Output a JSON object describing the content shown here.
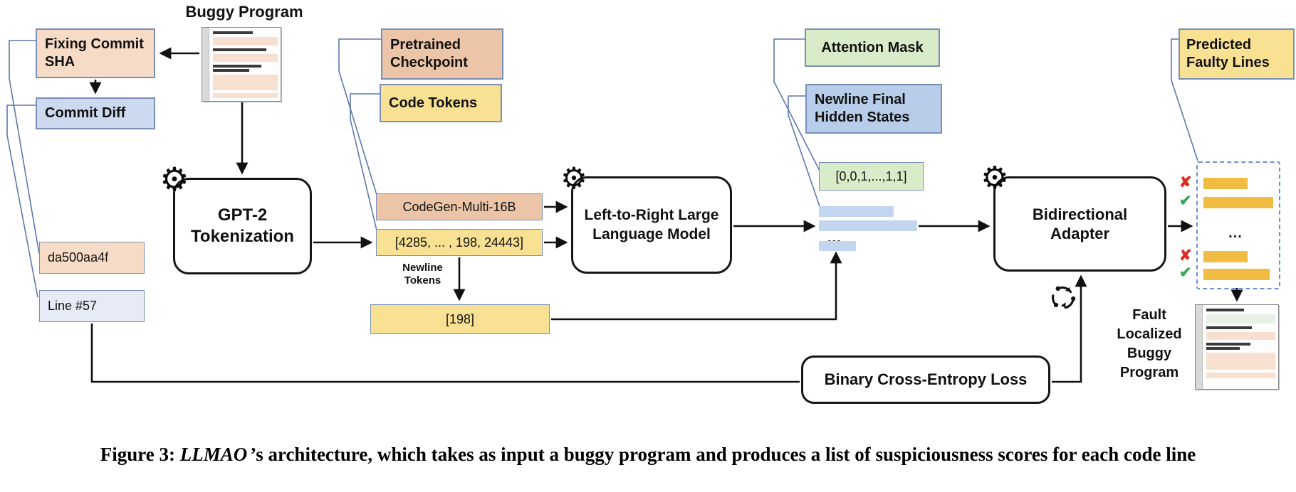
{
  "figure": {
    "labels": {
      "buggy_program": "Buggy Program",
      "fixing_commit_sha": "Fixing Commit SHA",
      "commit_diff": "Commit Diff",
      "commit_sha_value": "da500aa4f",
      "line_number": "Line #57",
      "gpt2_tokenization": "GPT-2 Tokenization",
      "pretrained_checkpoint": "Pretrained Checkpoint",
      "code_tokens": "Code Tokens",
      "codegen_model": "CodeGen-Multi-16B",
      "code_token_ids": "[4285, ... , 198, 24443]",
      "newline_tokens": "Newline Tokens",
      "newline_token_id": "[198]",
      "llm": "Left-to-Right Large Language Model",
      "attention_mask": "Attention Mask",
      "newline_final_hidden_states": "Newline Final Hidden States",
      "attention_mask_vector": "[0,0,1,...,1,1]",
      "bidirectional_adapter": "Bidirectional Adapter",
      "bce_loss": "Binary Cross-Entropy Loss",
      "predicted_faulty_lines": "Predicted Faulty Lines",
      "fault_localized_program": "Fault Localized Buggy Program",
      "ellipsis": "..."
    },
    "glyphs": {
      "gear": "⚙",
      "fail_mark": "✘",
      "pass_mark": "✔"
    },
    "colors": {
      "peach_box": "#f6dcc6",
      "tan_box": "#ecc5a8",
      "yellow_box": "#f9e193",
      "green_box": "#d9ecca",
      "blue_box": "#b8cde9",
      "periwinkle_box": "#ccd9ee",
      "pale_blue_box": "#e7ebf7",
      "hidden_state_bar": "#c3d6ef",
      "faulty_line_bar": "#f0bc42",
      "callout_line": "#5b78ad",
      "arrow": "#111111",
      "dashed_border": "#6e8fd4",
      "fail_red": "#d93025",
      "pass_green": "#34a853"
    },
    "caption": {
      "prefix": "Figure 3:",
      "model_name": "LLMAO",
      "rest": "’s architecture, which takes as input a buggy program and produces a list of suspiciousness scores for each code line"
    }
  }
}
